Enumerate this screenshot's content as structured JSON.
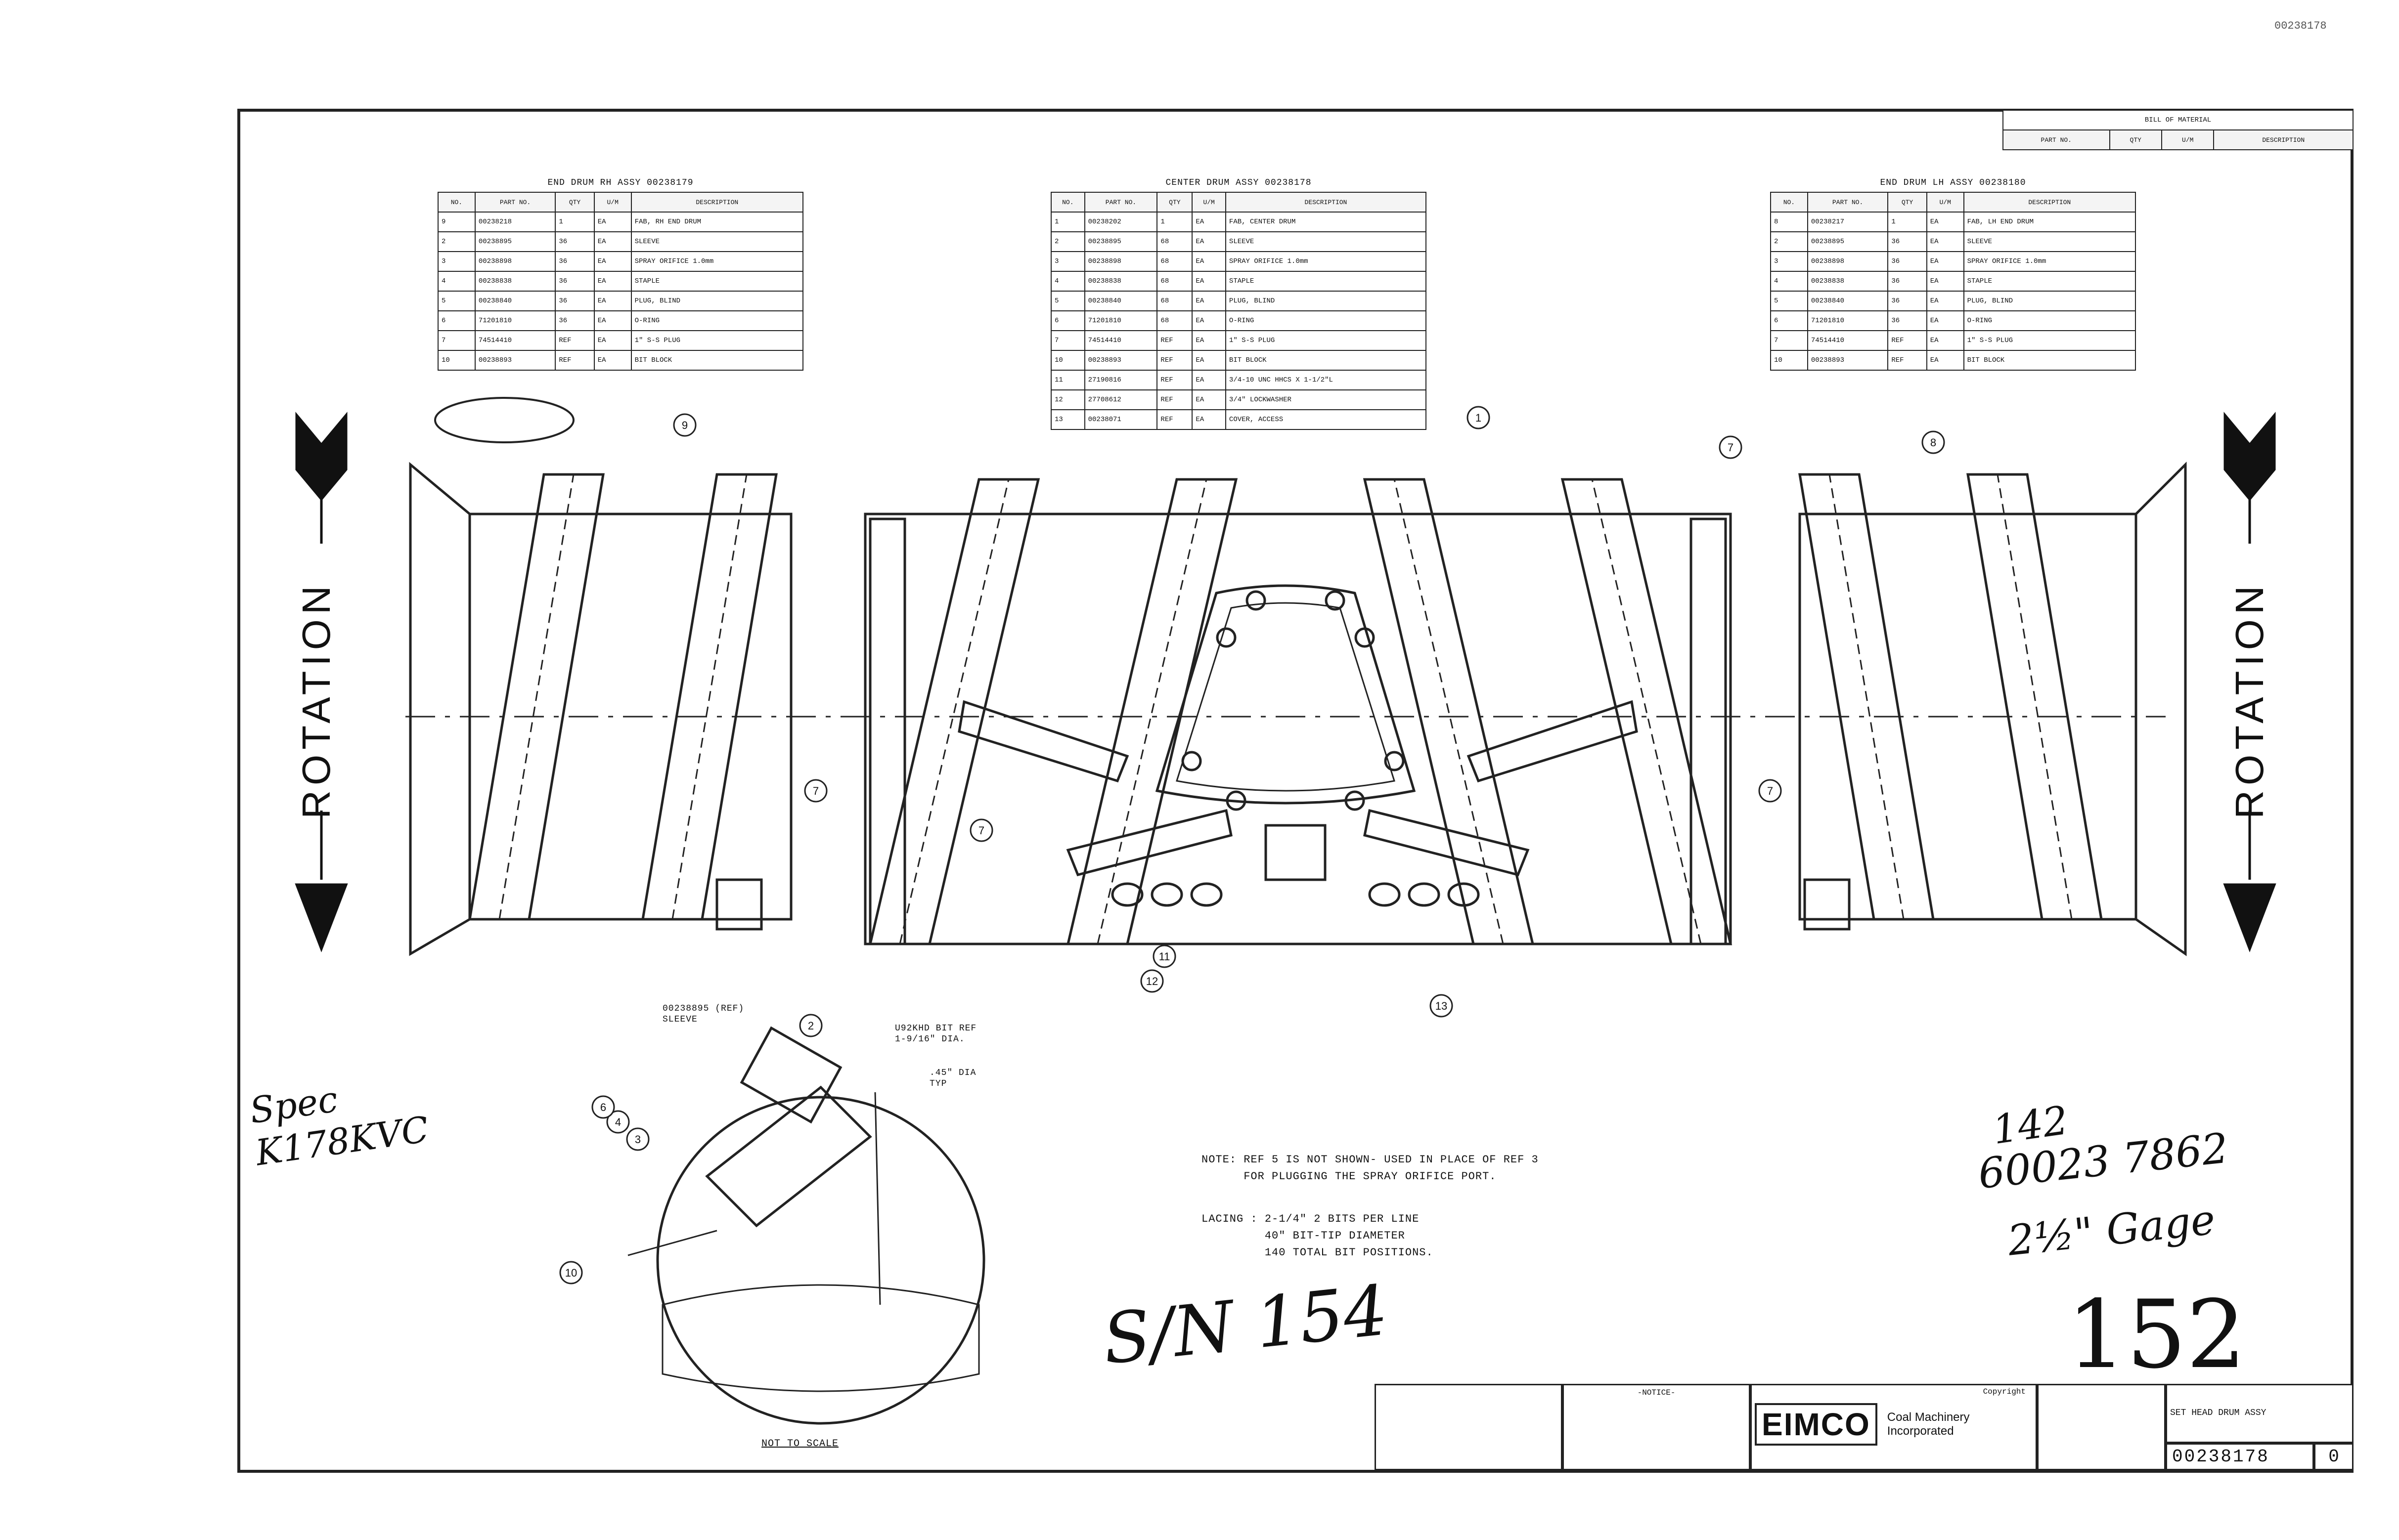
{
  "document_code": "00238178",
  "bill_of_material": {
    "title": "BILL OF MATERIAL",
    "headers": [
      "PART NO.",
      "QTY",
      "U/M",
      "DESCRIPTION"
    ]
  },
  "end_drum_rh": {
    "title": "END DRUM RH ASSY 00238179",
    "headers": [
      "NO.",
      "PART NO.",
      "QTY",
      "U/M",
      "DESCRIPTION"
    ],
    "rows": [
      [
        "9",
        "00238218",
        "1",
        "EA",
        "FAB, RH END DRUM"
      ],
      [
        "2",
        "00238895",
        "36",
        "EA",
        "SLEEVE"
      ],
      [
        "3",
        "00238898",
        "36",
        "EA",
        "SPRAY ORIFICE 1.0mm"
      ],
      [
        "4",
        "00238838",
        "36",
        "EA",
        "STAPLE"
      ],
      [
        "5",
        "00238840",
        "36",
        "EA",
        "PLUG, BLIND"
      ],
      [
        "6",
        "71201810",
        "36",
        "EA",
        "O-RING"
      ],
      [
        "7",
        "74514410",
        "REF",
        "EA",
        "1\" S-S PLUG"
      ],
      [
        "10",
        "00238893",
        "REF",
        "EA",
        "BIT BLOCK"
      ]
    ]
  },
  "center_drum": {
    "title": "CENTER DRUM ASSY 00238178",
    "headers": [
      "NO.",
      "PART NO.",
      "QTY",
      "U/M",
      "DESCRIPTION"
    ],
    "rows": [
      [
        "1",
        "00238202",
        "1",
        "EA",
        "FAB, CENTER DRUM"
      ],
      [
        "2",
        "00238895",
        "68",
        "EA",
        "SLEEVE"
      ],
      [
        "3",
        "00238898",
        "68",
        "EA",
        "SPRAY ORIFICE 1.0mm"
      ],
      [
        "4",
        "00238838",
        "68",
        "EA",
        "STAPLE"
      ],
      [
        "5",
        "00238840",
        "68",
        "EA",
        "PLUG, BLIND"
      ],
      [
        "6",
        "71201810",
        "68",
        "EA",
        "O-RING"
      ],
      [
        "7",
        "74514410",
        "REF",
        "EA",
        "1\" S-S PLUG"
      ],
      [
        "10",
        "00238893",
        "REF",
        "EA",
        "BIT BLOCK"
      ],
      [
        "11",
        "27190816",
        "REF",
        "EA",
        "3/4-10 UNC HHCS X 1-1/2\"L"
      ],
      [
        "12",
        "27708612",
        "REF",
        "EA",
        "3/4\" LOCKWASHER"
      ],
      [
        "13",
        "00238071",
        "REF",
        "EA",
        "COVER, ACCESS"
      ]
    ]
  },
  "end_drum_lh": {
    "title": "END DRUM LH ASSY 00238180",
    "headers": [
      "NO.",
      "PART NO.",
      "QTY",
      "U/M",
      "DESCRIPTION"
    ],
    "rows": [
      [
        "8",
        "00238217",
        "1",
        "EA",
        "FAB, LH END DRUM"
      ],
      [
        "2",
        "00238895",
        "36",
        "EA",
        "SLEEVE"
      ],
      [
        "3",
        "00238898",
        "36",
        "EA",
        "SPRAY ORIFICE 1.0mm"
      ],
      [
        "4",
        "00238838",
        "36",
        "EA",
        "STAPLE"
      ],
      [
        "5",
        "00238840",
        "36",
        "EA",
        "PLUG, BLIND"
      ],
      [
        "6",
        "71201810",
        "36",
        "EA",
        "O-RING"
      ],
      [
        "7",
        "74514410",
        "REF",
        "EA",
        "1\" S-S PLUG"
      ],
      [
        "10",
        "00238893",
        "REF",
        "EA",
        "BIT BLOCK"
      ]
    ]
  },
  "rotation_label": "ROTATION",
  "balloons": {
    "b1": "1",
    "b7a": "7",
    "b7b": "7",
    "b7c": "7",
    "b7d": "7",
    "b8": "8",
    "b9": "9",
    "b11": "11",
    "b12": "12",
    "b13": "13",
    "b2": "2",
    "b3": "3",
    "b4": "4",
    "b6": "6",
    "b10": "10"
  },
  "detail": {
    "sleeve_label": "00238895 (REF)\nSLEEVE",
    "bit_label": "U92KHD BIT REF\n1-9/16\" DIA.",
    "tip_label": ".45\" DIA\nTYP",
    "not_to_scale": "NOT TO SCALE"
  },
  "notes": {
    "note1": "NOTE: REF 5 IS NOT SHOWN- USED IN PLACE OF REF 3\n      FOR PLUGGING THE SPRAY ORIFICE PORT.",
    "lacing": "LACING : 2-1/4\" 2 BITS PER LINE\n         40\" BIT-TIP DIAMETER\n         140 TOTAL BIT POSITIONS."
  },
  "handwriting": {
    "spec": "Spec\nK178KVC",
    "serial": "S/N 154",
    "number_top": "142",
    "part": "60023 7862",
    "gage": "2½\" Gage",
    "big": "152"
  },
  "title_block": {
    "notes_head": "-NOTICE-",
    "copyright": "Copyright",
    "company": "EIMCO",
    "company_sub": "Coal Machinery\nIncorporated",
    "drawing_title": "SET HEAD DRUM ASSY",
    "drawing_number": "00238178",
    "revision": "0"
  }
}
